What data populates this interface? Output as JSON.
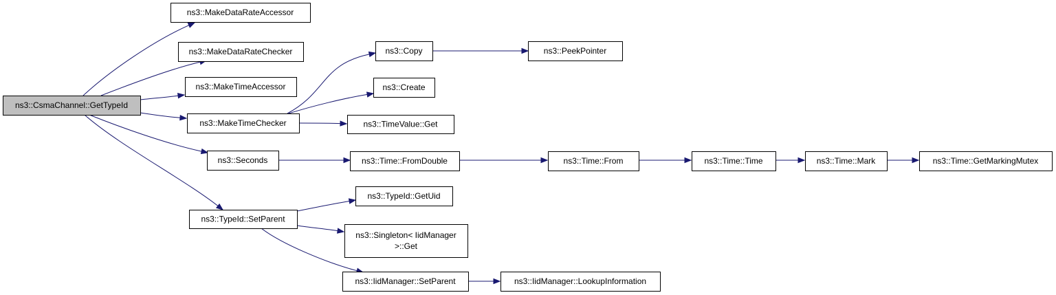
{
  "nodes": [
    {
      "id": "root",
      "label": "ns3::CsmaChannel::GetTypeId"
    },
    {
      "id": "mdra",
      "label": "ns3::MakeDataRateAccessor"
    },
    {
      "id": "mdrc",
      "label": "ns3::MakeDataRateChecker"
    },
    {
      "id": "mta",
      "label": "ns3::MakeTimeAccessor"
    },
    {
      "id": "mtc",
      "label": "ns3::MakeTimeChecker"
    },
    {
      "id": "sec",
      "label": "ns3::Seconds"
    },
    {
      "id": "tsp",
      "label": "ns3::TypeId::SetParent"
    },
    {
      "id": "copy",
      "label": "ns3::Copy"
    },
    {
      "id": "peek",
      "label": "ns3::PeekPointer"
    },
    {
      "id": "create",
      "label": "ns3::Create"
    },
    {
      "id": "tvget",
      "label": "ns3::TimeValue::Get"
    },
    {
      "id": "fromdouble",
      "label": "ns3::Time::FromDouble"
    },
    {
      "id": "from",
      "label": "ns3::Time::From"
    },
    {
      "id": "time",
      "label": "ns3::Time::Time"
    },
    {
      "id": "mark",
      "label": "ns3::Time::Mark"
    },
    {
      "id": "mutex",
      "label": "ns3::Time::GetMarkingMutex"
    },
    {
      "id": "getuid",
      "label": "ns3::TypeId::GetUid"
    },
    {
      "id": "singleton",
      "label": [
        "ns3::Singleton< IidManager",
        ">::Get"
      ]
    },
    {
      "id": "iidsetparent",
      "label": "ns3::IidManager::SetParent"
    },
    {
      "id": "lookup",
      "label": "ns3::IidManager::LookupInformation"
    }
  ],
  "edges": [
    {
      "from": "root",
      "to": "mdra"
    },
    {
      "from": "root",
      "to": "mdrc"
    },
    {
      "from": "root",
      "to": "mta"
    },
    {
      "from": "root",
      "to": "mtc"
    },
    {
      "from": "root",
      "to": "sec"
    },
    {
      "from": "root",
      "to": "tsp"
    },
    {
      "from": "mtc",
      "to": "copy"
    },
    {
      "from": "mtc",
      "to": "create"
    },
    {
      "from": "mtc",
      "to": "tvget"
    },
    {
      "from": "copy",
      "to": "peek"
    },
    {
      "from": "sec",
      "to": "fromdouble"
    },
    {
      "from": "fromdouble",
      "to": "from"
    },
    {
      "from": "from",
      "to": "time"
    },
    {
      "from": "time",
      "to": "mark"
    },
    {
      "from": "mark",
      "to": "mutex"
    },
    {
      "from": "tsp",
      "to": "getuid"
    },
    {
      "from": "tsp",
      "to": "singleton"
    },
    {
      "from": "tsp",
      "to": "iidsetparent"
    },
    {
      "from": "iidsetparent",
      "to": "lookup"
    }
  ],
  "colors": {
    "edge": "#191970",
    "root_fill": "#bfbfbf",
    "node_fill": "#ffffff"
  }
}
